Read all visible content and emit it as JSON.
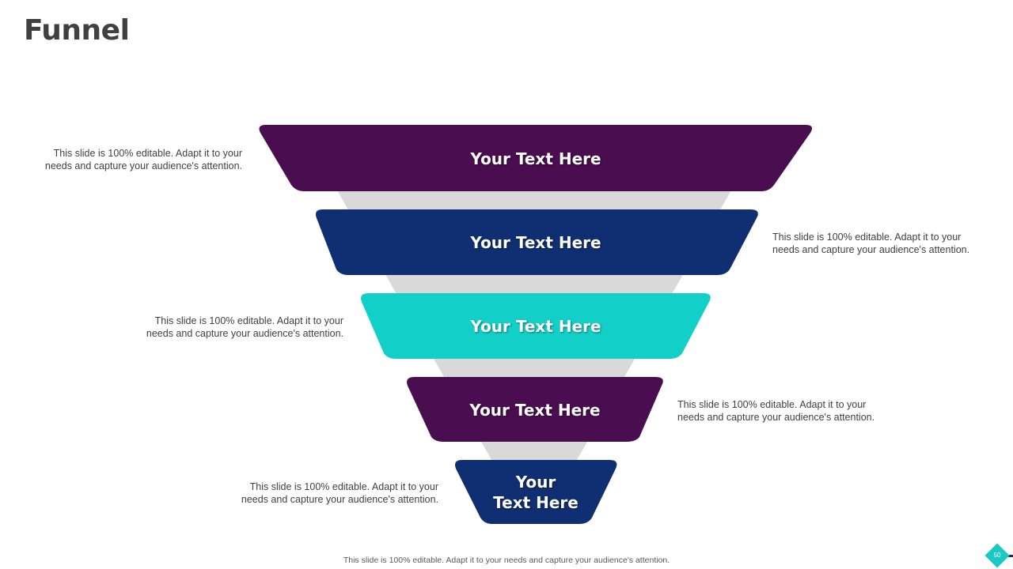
{
  "slide": {
    "title": "Funnel",
    "footer": "This slide is 100% editable.  Adapt it to your needs and capture your audience's attention.",
    "page_number": "50"
  },
  "colors": {
    "purple": "#4a0d4f",
    "navy": "#102f72",
    "teal": "#12d0c8",
    "gray_cone": "#d9d9da",
    "text": "#404040",
    "badge": "#1ac9c4"
  },
  "funnel": {
    "stages": [
      {
        "label": "Your Text Here",
        "color": "#4a0d4f",
        "description": [
          "This slide is 100% editable. Adapt it to your",
          "needs and capture your audience's attention."
        ]
      },
      {
        "label": "Your Text Here",
        "color": "#102f72",
        "description": [
          "This slide is 100% editable. Adapt it to your",
          "needs and capture your audience's attention."
        ]
      },
      {
        "label": "Your Text Here",
        "color": "#12d0c8",
        "description": [
          "This slide is 100% editable. Adapt it to your",
          "needs and capture your audience's attention."
        ]
      },
      {
        "label": "Your Text Here",
        "color": "#4a0d4f",
        "description": [
          "This slide is 100% editable. Adapt it to your",
          "needs and capture your audience's attention."
        ]
      },
      {
        "label_lines": [
          "Your",
          "Text Here"
        ],
        "color": "#102f72",
        "description": [
          "This slide is 100% editable. Adapt it to your",
          "needs and capture your audience's attention."
        ]
      }
    ]
  }
}
